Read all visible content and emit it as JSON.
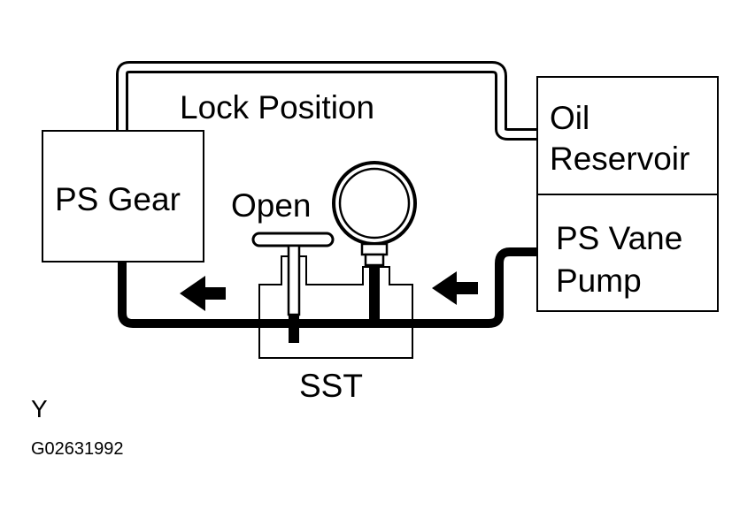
{
  "diagram": {
    "labels": {
      "ps_gear": "PS Gear",
      "lock_position": "Lock Position",
      "oil_reservoir_line1": "Oil",
      "oil_reservoir_line2": "Reservoir",
      "ps_vane_pump_line1": "PS Vane",
      "ps_vane_pump_line2": "Pump",
      "open": "Open",
      "sst": "SST",
      "corner_code": "Y",
      "figure_id": "G02631992"
    },
    "icons": {
      "flow_arrow": "left-arrow-icon",
      "pressure_gauge": "pressure-gauge-icon",
      "valve": "valve-handle-icon"
    },
    "colors": {
      "ink": "#000000",
      "paper": "#ffffff"
    }
  }
}
